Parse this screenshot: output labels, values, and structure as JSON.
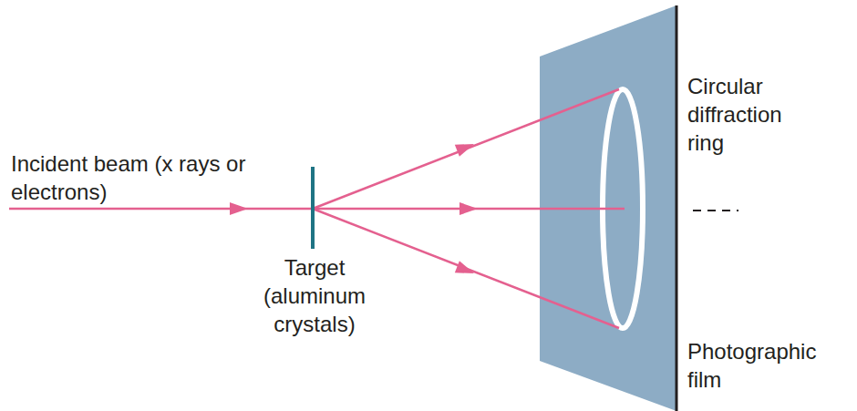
{
  "diagram": {
    "labels": [
      "Incident beam (x rays or electrons)",
      "Target (aluminum crystals)",
      "Circular diffraction ring",
      "Photographic film"
    ]
  }
}
